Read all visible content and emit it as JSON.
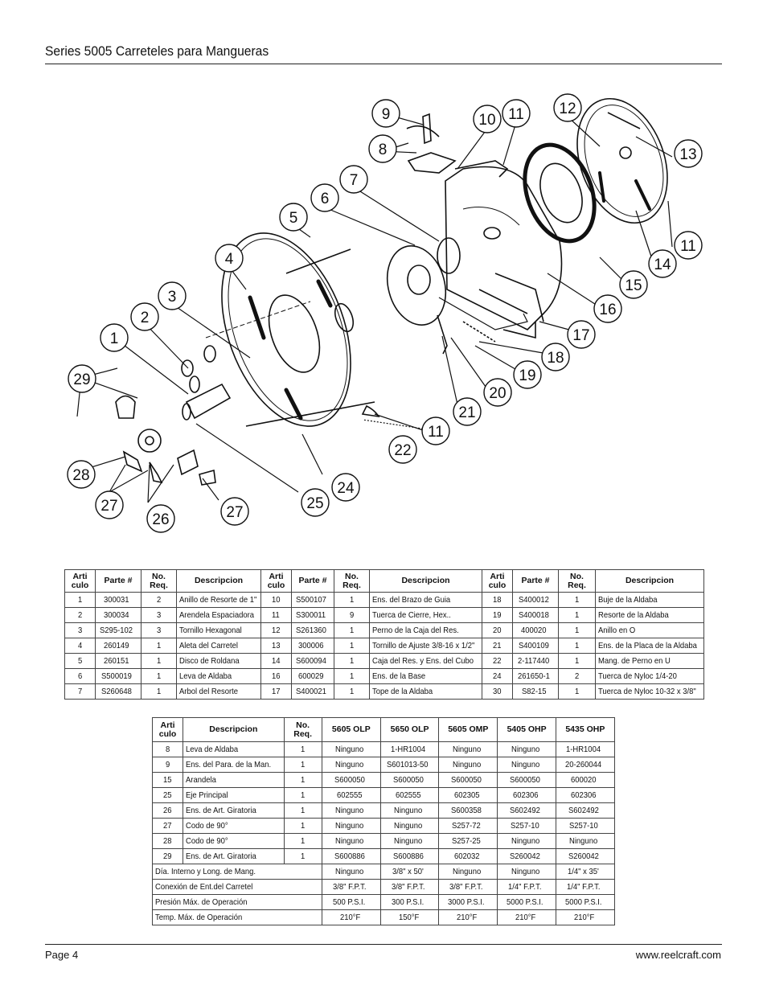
{
  "header": {
    "title": "Series 5005 Carreteles para Mangueras"
  },
  "footer": {
    "page": "Page 4",
    "url": "www.reelcraft.com"
  },
  "diagram": {
    "callouts": [
      "1",
      "2",
      "3",
      "4",
      "5",
      "6",
      "7",
      "8",
      "9",
      "10",
      "11",
      "12",
      "13",
      "11",
      "14",
      "15",
      "16",
      "17",
      "18",
      "19",
      "20",
      "21",
      "11",
      "22",
      "24",
      "25",
      "27",
      "26",
      "27",
      "28",
      "29"
    ]
  },
  "parts_table": {
    "headers": [
      "Arti culo",
      "Parte #",
      "No. Req.",
      "Descripcion",
      "Arti culo",
      "Parte #",
      "No. Req.",
      "Descripcion",
      "Arti culo",
      "Parte #",
      "No. Req.",
      "Descripcion"
    ],
    "rows": [
      [
        "1",
        "300031",
        "2",
        "Anillo de Resorte de 1\"",
        "10",
        "S500107",
        "1",
        "Ens. del Brazo de Guia",
        "18",
        "S400012",
        "1",
        "Buje de la Aldaba"
      ],
      [
        "2",
        "300034",
        "3",
        "Arendela Espaciadora",
        "11",
        "S300011",
        "9",
        "Tuerca  de Cierre, Hex..",
        "19",
        "S400018",
        "1",
        "Resorte de la Aldaba"
      ],
      [
        "3",
        "S295-102",
        "3",
        "Tornillo Hexagonal",
        "12",
        "S261360",
        "1",
        "Perno de la Caja del Res.",
        "20",
        "400020",
        "1",
        "Anillo en O"
      ],
      [
        "4",
        "260149",
        "1",
        "Aleta del Carretel",
        "13",
        "300006",
        "1",
        "Tornillo de Ajuste 3/8-16 x 1/2\"",
        "21",
        "S400109",
        "1",
        "Ens. de la Placa de la Aldaba"
      ],
      [
        "5",
        "260151",
        "1",
        "Disco de Roldana",
        "14",
        "S600094",
        "1",
        "Caja del Res. y  Ens. del Cubo",
        "22",
        "2-117440",
        "1",
        "Mang. de Perno en U"
      ],
      [
        "6",
        "S500019",
        "1",
        "Leva de Aldaba",
        "16",
        "600029",
        "1",
        "Ens. de la Base",
        "24",
        "261650-1",
        "2",
        "Tuerca de Nyloc 1/4-20"
      ],
      [
        "7",
        "S260648",
        "1",
        "Arbol del Resorte",
        "17",
        "S400021",
        "1",
        "Tope de la Aldaba",
        "30",
        "S82-15",
        "1",
        "Tuerca de Nyloc 10-32 x 3/8\""
      ]
    ]
  },
  "variant_table": {
    "headers": [
      "Arti culo",
      "Descripcion",
      "No. Req.",
      "5605 OLP",
      "5650 OLP",
      "5605 OMP",
      "5405 OHP",
      "5435 OHP"
    ],
    "rows": [
      [
        "8",
        "Leva de Aldaba",
        "1",
        "Ninguno",
        "1-HR1004",
        "Ninguno",
        "Ninguno",
        "1-HR1004"
      ],
      [
        "9",
        "Ens. del Para. de la Man.",
        "1",
        "Ninguno",
        "S601013-50",
        "Ninguno",
        "Ninguno",
        "20-260044"
      ],
      [
        "15",
        "Arandela",
        "1",
        "S600050",
        "S600050",
        "S600050",
        "S600050",
        "600020"
      ],
      [
        "25",
        "Eje Principal",
        "1",
        "602555",
        "602555",
        "602305",
        "602306",
        "602306"
      ],
      [
        "26",
        "Ens. de Art. Giratoria",
        "1",
        "Ninguno",
        "Ninguno",
        "S600358",
        "S602492",
        "S602492"
      ],
      [
        "27",
        "Codo de 90°",
        "1",
        "Ninguno",
        "Ninguno",
        "S257-72",
        "S257-10",
        "S257-10"
      ],
      [
        "28",
        "Codo de 90°",
        "1",
        "Ninguno",
        "Ninguno",
        "S257-25",
        "Ninguno",
        "Ninguno"
      ],
      [
        "29",
        "Ens. de Art. Giratoria",
        "1",
        "S600886",
        "S600886",
        "602032",
        "S260042",
        "S260042"
      ]
    ],
    "spec_rows": [
      [
        "Día. Interno y Long. de Mang.",
        "Ninguno",
        "3/8\" x 50'",
        "Ninguno",
        "Ninguno",
        "1/4\" x 35'"
      ],
      [
        "Conexión de Ent.del Carretel",
        "3/8\" F.P.T.",
        "3/8\" F.P.T.",
        "3/8\" F.P.T.",
        "1/4\" F.P.T.",
        "1/4\" F.P.T."
      ],
      [
        "Presión Máx. de Operación",
        "500  P.S.I.",
        "300  P.S.I.",
        "3000  P.S.I.",
        "5000  P.S.I.",
        "5000  P.S.I."
      ],
      [
        "Temp. Máx. de Operación",
        "210°F",
        "150°F",
        "210°F",
        "210°F",
        "210°F"
      ]
    ]
  }
}
